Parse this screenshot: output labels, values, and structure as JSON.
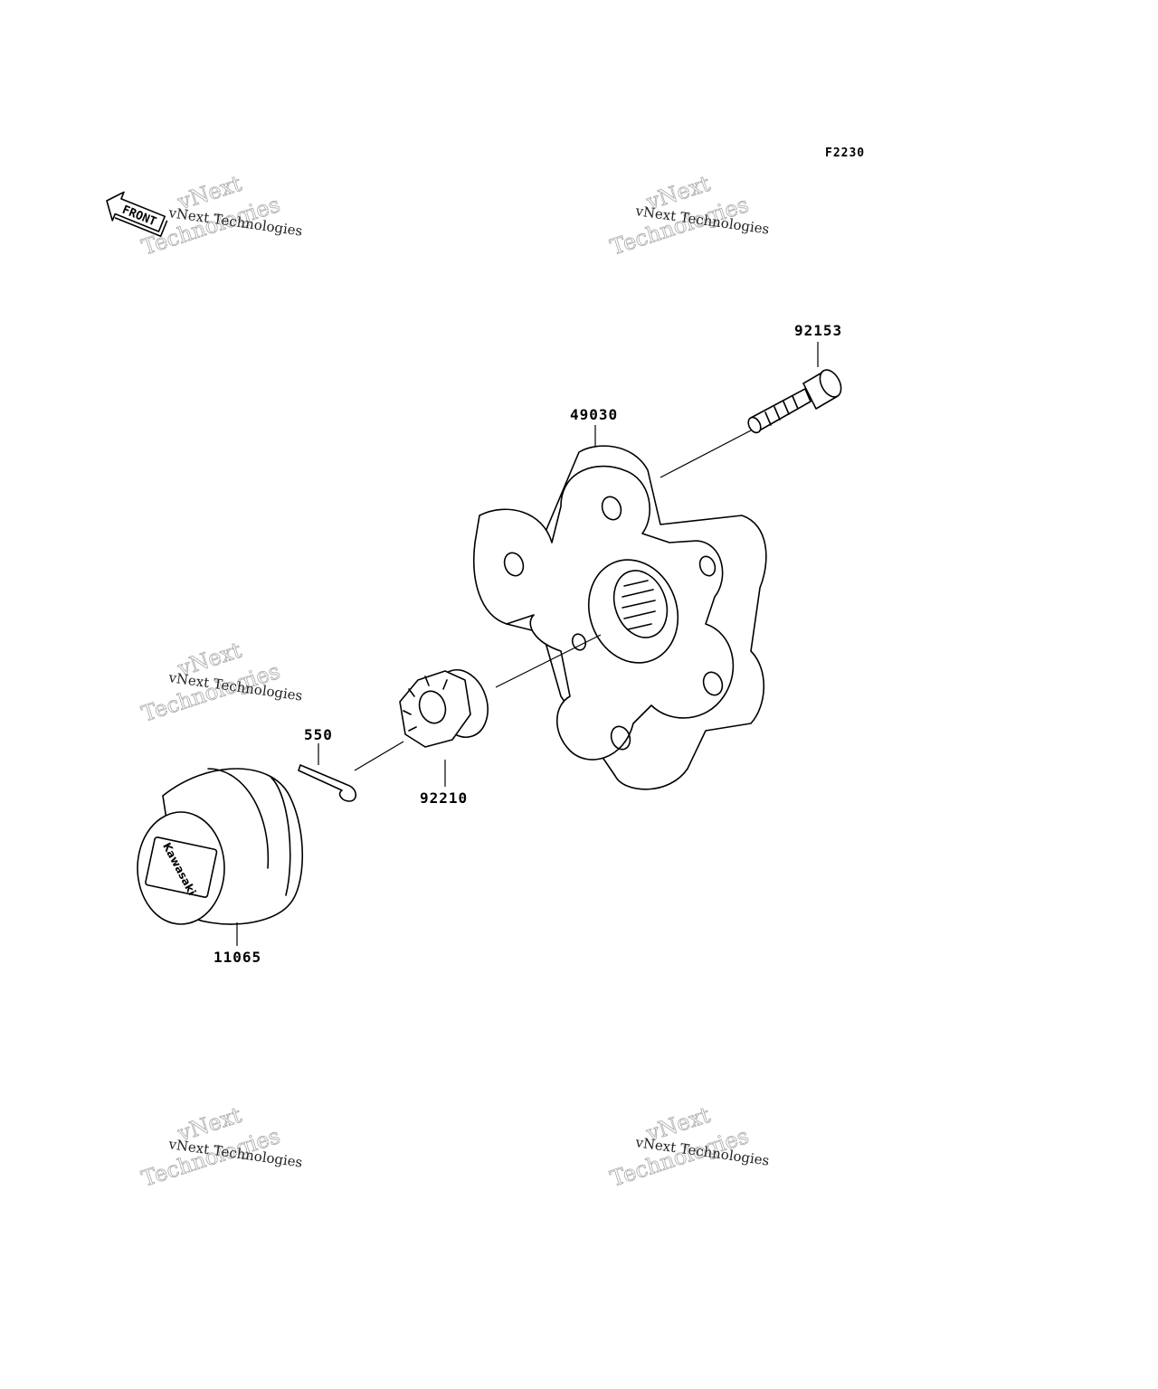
{
  "diagram": {
    "ref_code": "F2230",
    "front_arrow_text": "FRONT",
    "parts": [
      {
        "id": "92153",
        "label": "92153"
      },
      {
        "id": "49030",
        "label": "49030"
      },
      {
        "id": "550",
        "label": "550"
      },
      {
        "id": "92210",
        "label": "92210"
      },
      {
        "id": "11065",
        "label": "11065"
      }
    ],
    "cap_logo_text": "Kawasaki",
    "watermark": {
      "line1": "vNext Technologies",
      "line2": "vNext",
      "line3": "Technologies"
    }
  }
}
